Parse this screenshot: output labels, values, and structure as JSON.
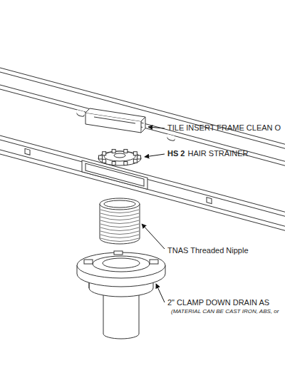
{
  "diagram": {
    "labels": [
      "TILE INSERT FRAME CLEAN O",
      "HS 2",
      "HAIR STRAINER",
      "TNAS Threaded Nipple",
      "2\" CLAMP DOWN DRAIN AS",
      "(MATERIAL CAN BE CAST IRON, ABS, or"
    ]
  }
}
